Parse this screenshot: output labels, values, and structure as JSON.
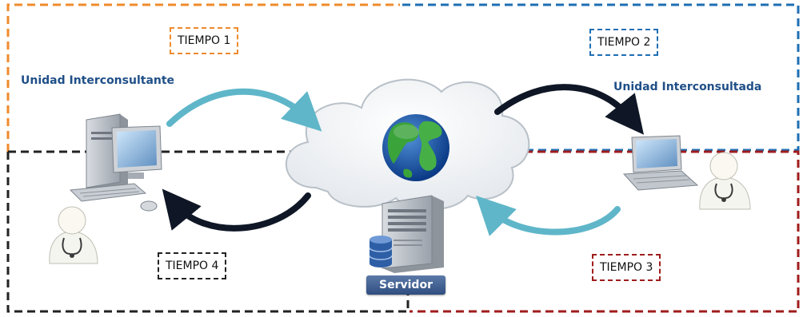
{
  "tiempos": {
    "t1": "TIEMPO 1",
    "t2": "TIEMPO 2",
    "t3": "TIEMPO 3",
    "t4": "TIEMPO 4"
  },
  "labels": {
    "left_unit": "Unidad Interconsultante",
    "right_unit": "Unidad Interconsultada",
    "server": "Servidor"
  },
  "colors": {
    "orange": "#ef8b2c",
    "blue": "#1e6fb3",
    "red": "#a01c1c",
    "black": "#222222",
    "arrow_teal": "#5fb6c9",
    "arrow_dark": "#0f1726"
  }
}
